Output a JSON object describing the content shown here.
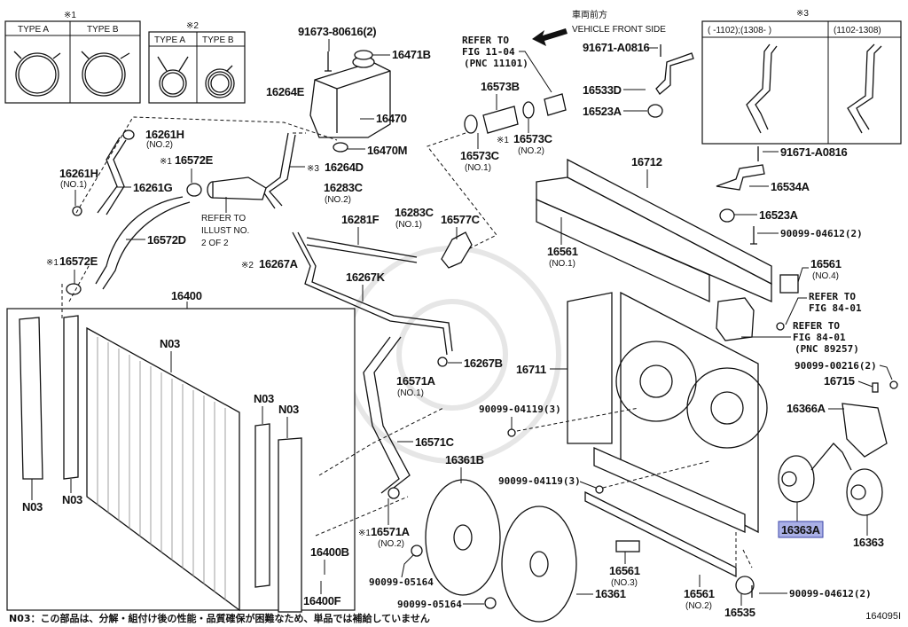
{
  "diagram": {
    "figure_id": "164095I",
    "footnote": "N03：この部品は、分解・組付け後の性能・品質確保が困難なため、単品では補給していません",
    "direction": {
      "jp": "車両前方",
      "en": "VEHICLE FRONT SIDE"
    },
    "clamp_tables": [
      {
        "mark": "※1",
        "columns": [
          "TYPE A",
          "TYPE B"
        ]
      },
      {
        "mark": "※2",
        "columns": [
          "TYPE A",
          "TYPE B"
        ]
      },
      {
        "mark": "※3",
        "columns": [
          "(      -1102);(1308-      )",
          "(1102-1308)"
        ]
      }
    ],
    "selected_part": "16363A",
    "highlight_color": "#aab0e6",
    "labels": {
      "p91673": "91673-80616(2)",
      "p16471B": "16471B",
      "p16264E": "16264E",
      "p16470": "16470",
      "p16470M": "16470M",
      "p16264D_mark": "※3",
      "p16264D": "16264D",
      "p16261H_2": "16261H",
      "p16261H_2_sub": "(NO.2)",
      "p16261H_1": "16261H",
      "p16261H_1_sub": "(NO.1)",
      "p16572E_top_mark": "※1",
      "p16572E_top": "16572E",
      "p16261G": "16261G",
      "p16572D": "16572D",
      "p16572E_bot_mark": "※1",
      "p16572E_bot": "16572E",
      "refer_illust": [
        "REFER TO",
        "ILLUST NO.",
        "2 OF 2"
      ],
      "p16283C_2": "16283C",
      "p16283C_2_sub": "(NO.2)",
      "p16267A_mark": "※2",
      "p16267A": "16267A",
      "p16281F": "16281F",
      "p16283C_1": "16283C",
      "p16283C_1_sub": "(NO.1)",
      "p16577C": "16577C",
      "p16267K": "16267K",
      "p16267B": "16267B",
      "p16571A_1": "16571A",
      "p16571A_1_sub": "(NO.1)",
      "p16571C": "16571C",
      "p16571A_2_mark": "※1",
      "p16571A_2": "16571A",
      "p16571A_2_sub": "(NO.2)",
      "p16400": "16400",
      "p16400B": "16400B",
      "p16400F": "16400F",
      "n03": "N03",
      "refer_fig_11": [
        "REFER TO",
        "FIG 11-04",
        "(PNC 11101)"
      ],
      "p16573B": "16573B",
      "p16573C_1": "16573C",
      "p16573C_1_sub": "(NO.1)",
      "p16573C_2_mark": "※1",
      "p16573C_2": "16573C",
      "p16573C_2_sub": "(NO.2)",
      "p91671_top": "91671-A0816",
      "p16533D": "16533D",
      "p16523A_top": "16523A",
      "p16712": "16712",
      "p91671_mid": "91671-A0816",
      "p16534A": "16534A",
      "p16523A_mid": "16523A",
      "p90099_04612_top": "90099-04612(2)",
      "p16561_1": "16561",
      "p16561_1_sub": "(NO.1)",
      "p16561_4": "16561",
      "p16561_4_sub": "(NO.4)",
      "refer_fig_84a": [
        "REFER TO",
        "FIG 84-01"
      ],
      "refer_fig_84b": [
        "REFER TO",
        "FIG 84-01",
        "(PNC 89257)"
      ],
      "p90099_00216": "90099-00216(2)",
      "p16715": "16715",
      "p16366A": "16366A",
      "p16711": "16711",
      "p90099_04119_a": "90099-04119(3)",
      "p90099_04119_b": "90099-04119(3)",
      "p16361B": "16361B",
      "p16361": "16361",
      "p90099_05164_a": "90099-05164",
      "p90099_05164_b": "90099-05164",
      "p16561_3": "16561",
      "p16561_3_sub": "(NO.3)",
      "p16561_2": "16561",
      "p16561_2_sub": "(NO.2)",
      "p16535": "16535",
      "p90099_04612_bot": "90099-04612(2)",
      "p16363A": "16363A",
      "p16363": "16363"
    }
  }
}
